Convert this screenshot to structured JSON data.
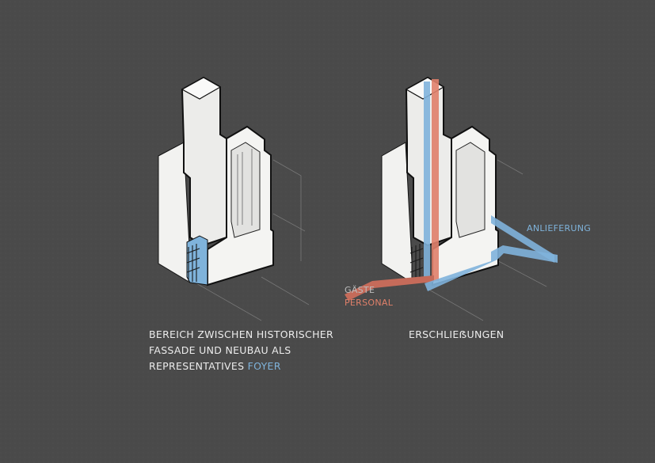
{
  "left_caption": {
    "line1": "BEREICH ZWISCHEN HISTORISCHER",
    "line2": "FASSADE UND NEUBAU  ALS",
    "line3_prefix": "REPRESENTATIVES ",
    "line3_highlight": "FOYER"
  },
  "right_caption": "ERSCHLIEẞUNGEN",
  "legend": {
    "anlieferung": "ANLIEFERUNG",
    "gaeste": "GÄSTE",
    "personal": "PERSONAL"
  },
  "colors": {
    "background": "#4a4a4a",
    "building": "#ececea",
    "building_side": "#f7f7f5",
    "outline": "#111111",
    "foyer_blue": "#7fb3db",
    "personal_red": "#e0806a"
  }
}
